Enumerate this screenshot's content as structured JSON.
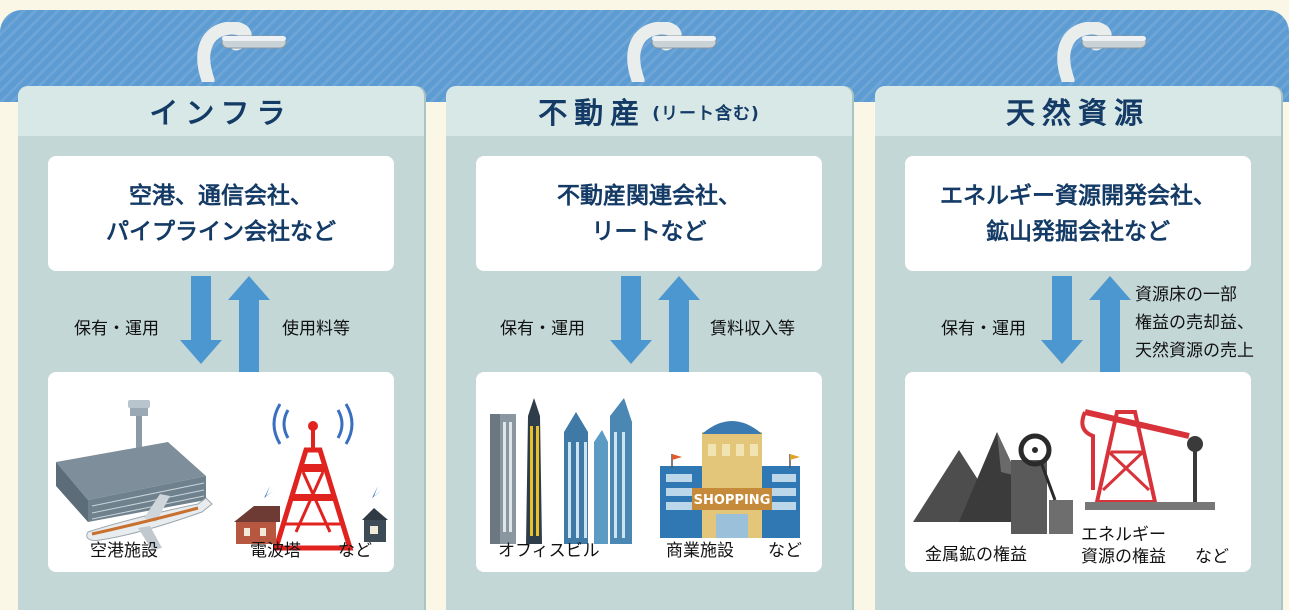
{
  "cards": [
    {
      "title": "インフラ",
      "title_sub": "",
      "entity_lines": [
        "空港、通信会社、",
        "パイプライン会社など"
      ],
      "flow_down_label": "保有・運用",
      "flow_up_label": "使用料等",
      "assets": [
        "空港施設",
        "電波塔"
      ],
      "etc": "など"
    },
    {
      "title": "不動産",
      "title_sub": "(リート含む)",
      "entity_lines": [
        "不動産関連会社、",
        "リートなど"
      ],
      "flow_down_label": "保有・運用",
      "flow_up_label": "賃料収入等",
      "assets": [
        "オフィスビル",
        "商業施設"
      ],
      "shopping_sign": "SHOPPING",
      "etc": "など"
    },
    {
      "title": "天然資源",
      "title_sub": "",
      "entity_lines": [
        "エネルギー資源開発会社、",
        "鉱山発掘会社など"
      ],
      "flow_down_label": "保有・運用",
      "flow_up_lines": [
        "資源床の一部",
        "権益の売却益、",
        "天然資源の売上"
      ],
      "assets": [
        "金属鉱の権益"
      ],
      "asset2_lines": [
        "エネルギー",
        "資源の権益"
      ],
      "etc": "など"
    }
  ],
  "colors": {
    "banner": "#5d9bd3",
    "card": "#c3d7d6",
    "title": "#143a66",
    "arrow": "#4d97d1"
  }
}
